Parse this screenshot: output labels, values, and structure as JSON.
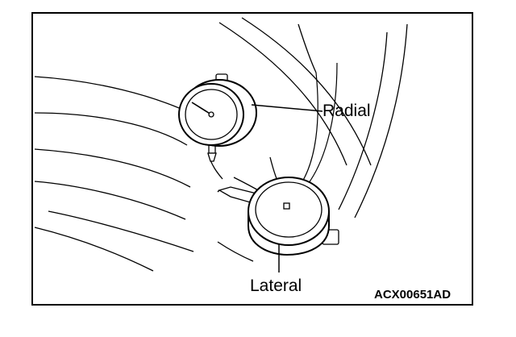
{
  "labels": {
    "radial": "Radial",
    "lateral": "Lateral",
    "figure_code": "ACX00651AD"
  },
  "icons": {
    "radial_gauge": "dial-indicator-icon",
    "lateral_gauge": "dial-indicator-icon",
    "tire": "tire-sidewall-icon"
  },
  "colors": {
    "line": "#000000",
    "background": "#ffffff"
  }
}
